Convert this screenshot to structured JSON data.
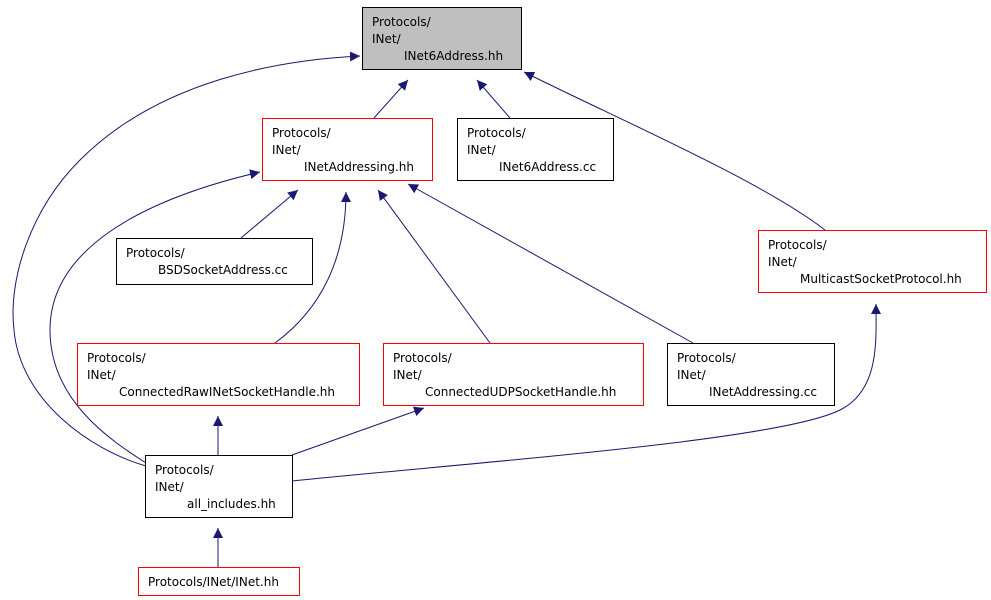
{
  "colors": {
    "edge": "#191970",
    "root_fill": "#bfbfbf",
    "root_border": "#000000",
    "documented_border": "#000000",
    "undocumented_border": "#ff0000",
    "node_fill": "#ffffff"
  },
  "nodes": [
    {
      "id": "inet6address-hh",
      "kind": "root",
      "lines": [
        "Protocols/",
        "INet/",
        "INet6Address.hh"
      ]
    },
    {
      "id": "inetaddressing-hh",
      "kind": "undocumented",
      "lines": [
        "Protocols/",
        "INet/",
        "INetAddressing.hh"
      ]
    },
    {
      "id": "inet6address-cc",
      "kind": "documented",
      "lines": [
        "Protocols/",
        "INet/",
        "INet6Address.cc"
      ]
    },
    {
      "id": "multicastsocketprotocol-hh",
      "kind": "undocumented",
      "lines": [
        "Protocols/",
        "INet/",
        "MulticastSocketProtocol.hh"
      ]
    },
    {
      "id": "bsdsocketaddress-cc",
      "kind": "documented",
      "lines": [
        "Protocols/",
        "BSDSocketAddress.cc"
      ]
    },
    {
      "id": "connectedrawinetsockethandle-hh",
      "kind": "undocumented",
      "lines": [
        "Protocols/",
        "INet/",
        "ConnectedRawINetSocketHandle.hh"
      ]
    },
    {
      "id": "connectedudpsockethandle-hh",
      "kind": "undocumented",
      "lines": [
        "Protocols/",
        "INet/",
        "ConnectedUDPSocketHandle.hh"
      ]
    },
    {
      "id": "inetaddressing-cc",
      "kind": "documented",
      "lines": [
        "Protocols/",
        "INet/",
        "INetAddressing.cc"
      ]
    },
    {
      "id": "all-includes-hh",
      "kind": "documented",
      "lines": [
        "Protocols/",
        "INet/",
        "all_includes.hh"
      ]
    },
    {
      "id": "inet-hh",
      "kind": "undocumented",
      "lines": [
        "Protocols/INet/INet.hh"
      ]
    }
  ],
  "edges": [
    {
      "from": "inetaddressing-hh",
      "to": "inet6address-hh"
    },
    {
      "from": "inet6address-cc",
      "to": "inet6address-hh"
    },
    {
      "from": "multicastsocketprotocol-hh",
      "to": "inet6address-hh"
    },
    {
      "from": "all-includes-hh",
      "to": "inet6address-hh"
    },
    {
      "from": "bsdsocketaddress-cc",
      "to": "inetaddressing-hh"
    },
    {
      "from": "connectedrawinetsockethandle-hh",
      "to": "inetaddressing-hh"
    },
    {
      "from": "connectedudpsockethandle-hh",
      "to": "inetaddressing-hh"
    },
    {
      "from": "inetaddressing-cc",
      "to": "inetaddressing-hh"
    },
    {
      "from": "all-includes-hh",
      "to": "inetaddressing-hh"
    },
    {
      "from": "all-includes-hh",
      "to": "connectedrawinetsockethandle-hh"
    },
    {
      "from": "all-includes-hh",
      "to": "connectedudpsockethandle-hh"
    },
    {
      "from": "all-includes-hh",
      "to": "multicastsocketprotocol-hh"
    },
    {
      "from": "inet-hh",
      "to": "all-includes-hh"
    }
  ]
}
